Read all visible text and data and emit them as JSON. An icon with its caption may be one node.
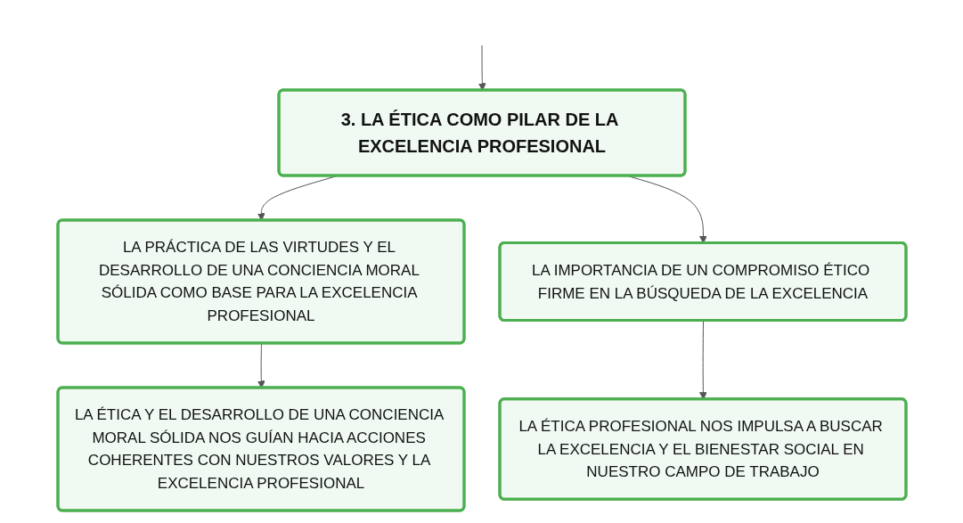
{
  "diagram": {
    "nodes": [
      {
        "text": [
          "3. LA ÉTICA COMO PILAR DE LA EXCELENCIA PROFESIONAL"
        ]
      },
      {
        "text": [
          "LA PRÁCTICA DE LAS VIRTUDES Y EL DESARROLLO DE UNA CONCIENCIA MORAL SÓLIDA COMO BASE PARA LA EXCELENCIA PROFESIONAL"
        ]
      },
      {
        "text": [
          "LA IMPORTANCIA DE UN COMPROMISO ÉTICO FIRME EN LA BÚSQUEDA DE LA EXCELENCIA"
        ]
      },
      {
        "text": [
          "LA ÉTICA Y EL DESARROLLO DE UNA CONCIENCIA MORAL SÓLIDA NOS GUÍAN HACIA ACCIONES COHERENTES CON NUESTROS VALORES Y LA EXCELENCIA PROFESIONAL"
        ]
      },
      {
        "text": [
          "LA ÉTICA PROFESIONAL NOS IMPULSA A BUSCAR LA EXCELENCIA Y EL BIENESTAR SOCIAL EN NUESTRO CAMPO DE TRABAJO"
        ]
      }
    ],
    "edges": [
      {
        "from": null,
        "to": 0,
        "arrow": "to"
      },
      {
        "from": 0,
        "to": 1,
        "arrow": "to"
      },
      {
        "from": 0,
        "to": 2,
        "arrow": "to"
      },
      {
        "from": 1,
        "to": 3,
        "arrow": "to"
      },
      {
        "from": 2,
        "to": 4,
        "arrow": "to"
      }
    ]
  }
}
